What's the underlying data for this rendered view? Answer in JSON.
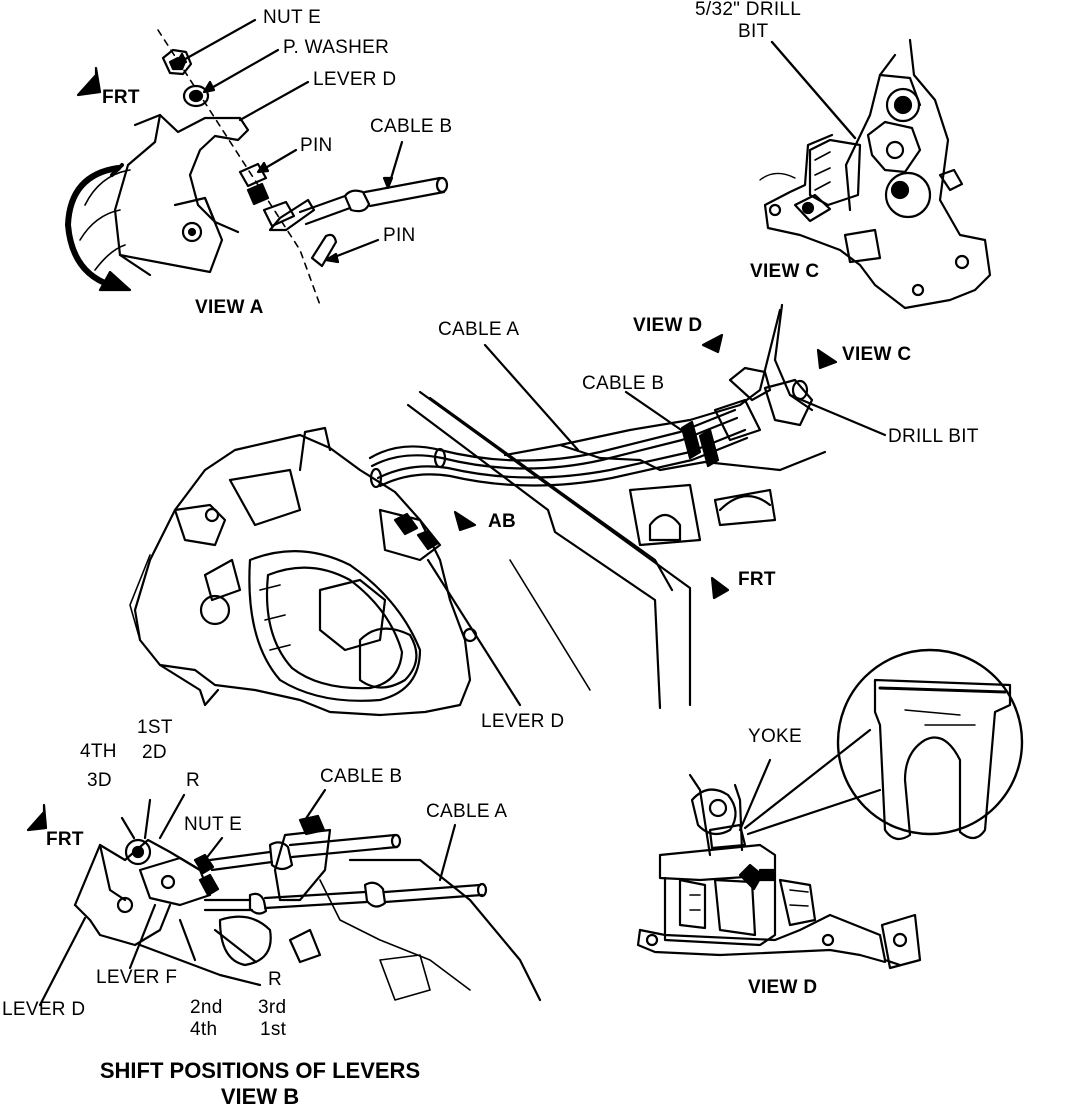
{
  "view_a": {
    "nut_e": "NUT E",
    "p_washer": "P. WASHER",
    "lever_d": "LEVER D",
    "frt": "FRT",
    "pin_upper": "PIN",
    "cable_b": "CABLE B",
    "pin_lower": "PIN",
    "title": "VIEW A"
  },
  "view_c": {
    "drill_bit_line1": "5/32\" DRILL",
    "drill_bit_line2": "BIT",
    "title": "VIEW C"
  },
  "main": {
    "cable_a": "CABLE A",
    "view_d_arrow": "VIEW D",
    "view_c_arrow": "VIEW C",
    "cable_b": "CABLE B",
    "drill_bit": "DRILL BIT",
    "ab": "AB",
    "frt": "FRT",
    "lever_d": "LEVER D"
  },
  "view_b": {
    "first_1st": "1ST",
    "first_2d": "2D",
    "fourth_4th": "4TH",
    "fourth_3d": "3D",
    "r_upper": "R",
    "cable_b": "CABLE B",
    "nut_e": "NUT E",
    "cable_a": "CABLE A",
    "frt": "FRT",
    "lever_f": "LEVER F",
    "lever_d": "LEVER D",
    "r_lower": "R",
    "pos_2nd": "2nd",
    "pos_4th": "4th",
    "pos_3rd": "3rd",
    "pos_1st": "1st",
    "caption_line1": "SHIFT POSITIONS OF LEVERS",
    "caption_line2": "VIEW B"
  },
  "view_d": {
    "yoke": "YOKE",
    "title": "VIEW D"
  }
}
